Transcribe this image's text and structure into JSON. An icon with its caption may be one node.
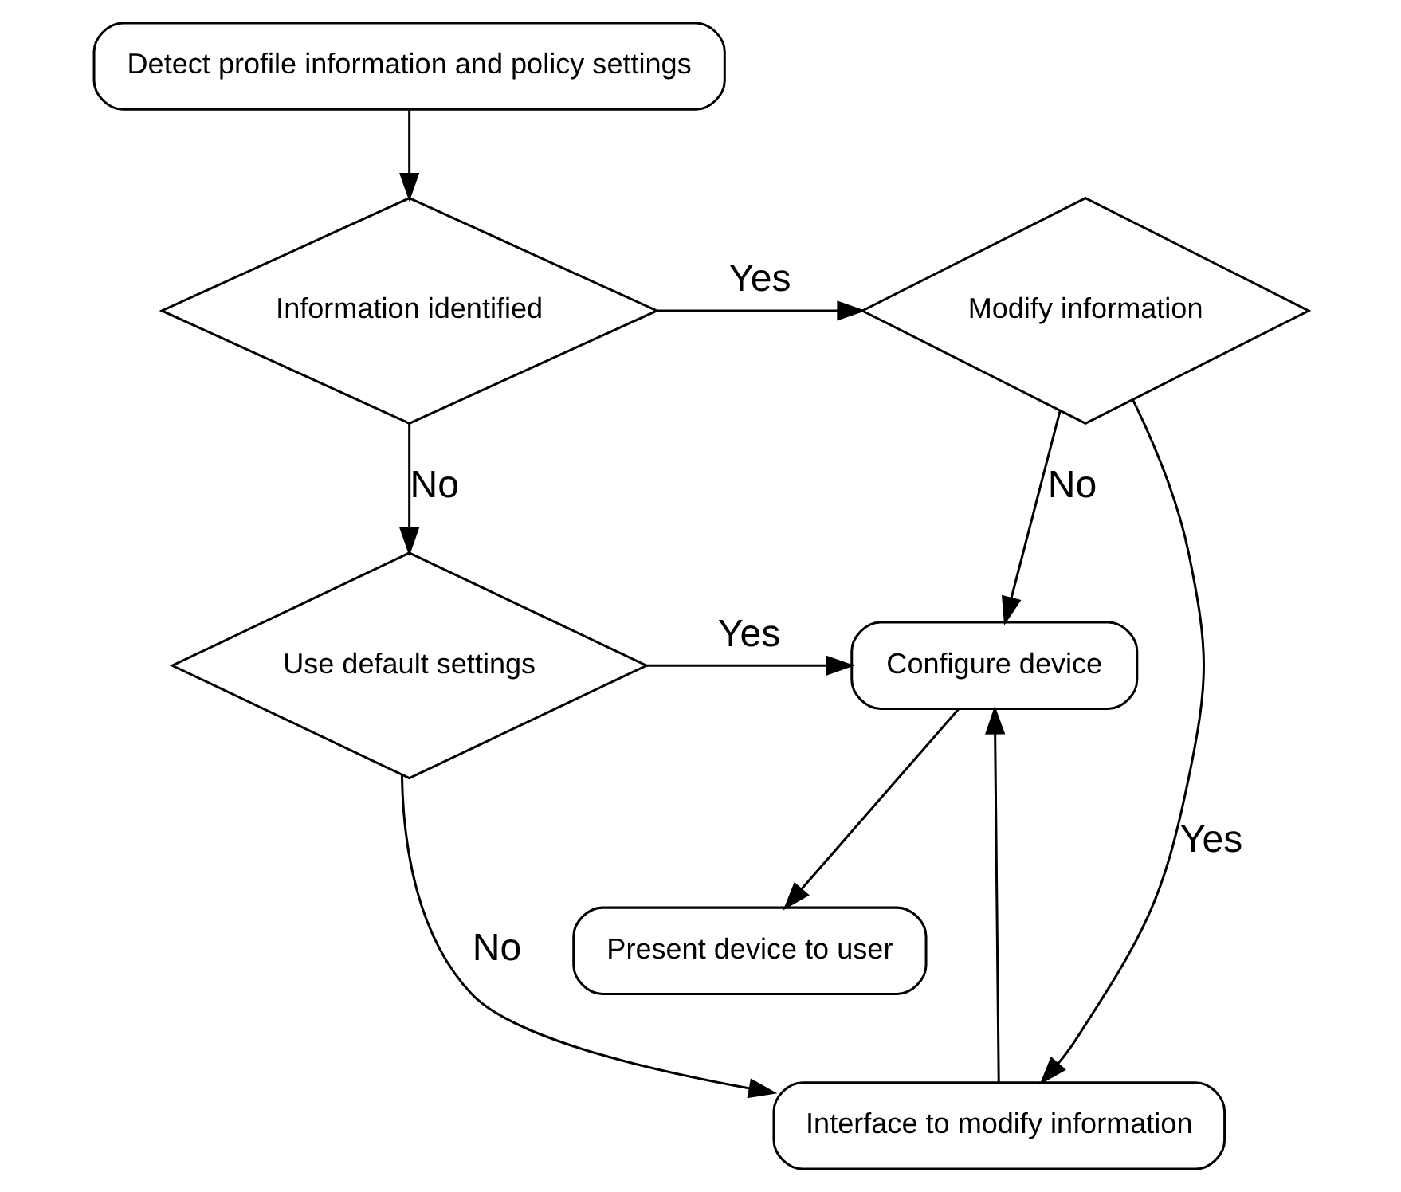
{
  "diagram": {
    "nodes": [
      {
        "text": [
          "Detect profile information and policy settings"
        ]
      },
      {
        "text": [
          "Information identified"
        ]
      },
      {
        "text": [
          "Modify information"
        ]
      },
      {
        "text": [
          "Use default settings"
        ]
      },
      {
        "text": [
          "Configure device"
        ]
      },
      {
        "text": [
          "Present device to user"
        ]
      },
      {
        "text": [
          "Interface to modify information"
        ]
      }
    ],
    "edges": [
      {
        "from": 0,
        "to": 1,
        "arrow": "to"
      },
      {
        "from": 1,
        "to": 2,
        "arrow": "to",
        "label": "Yes"
      },
      {
        "from": 1,
        "to": 3,
        "arrow": "to",
        "label": "No"
      },
      {
        "from": 2,
        "to": 4,
        "arrow": "to",
        "label": "No"
      },
      {
        "from": 2,
        "to": 6,
        "arrow": "to",
        "label": "Yes"
      },
      {
        "from": 3,
        "to": 4,
        "arrow": "to",
        "label": "Yes"
      },
      {
        "from": 4,
        "to": 5,
        "arrow": "to"
      },
      {
        "from": 3,
        "to": 6,
        "arrow": "to",
        "label": "No"
      },
      {
        "from": 6,
        "to": 4,
        "arrow": "to"
      }
    ]
  }
}
